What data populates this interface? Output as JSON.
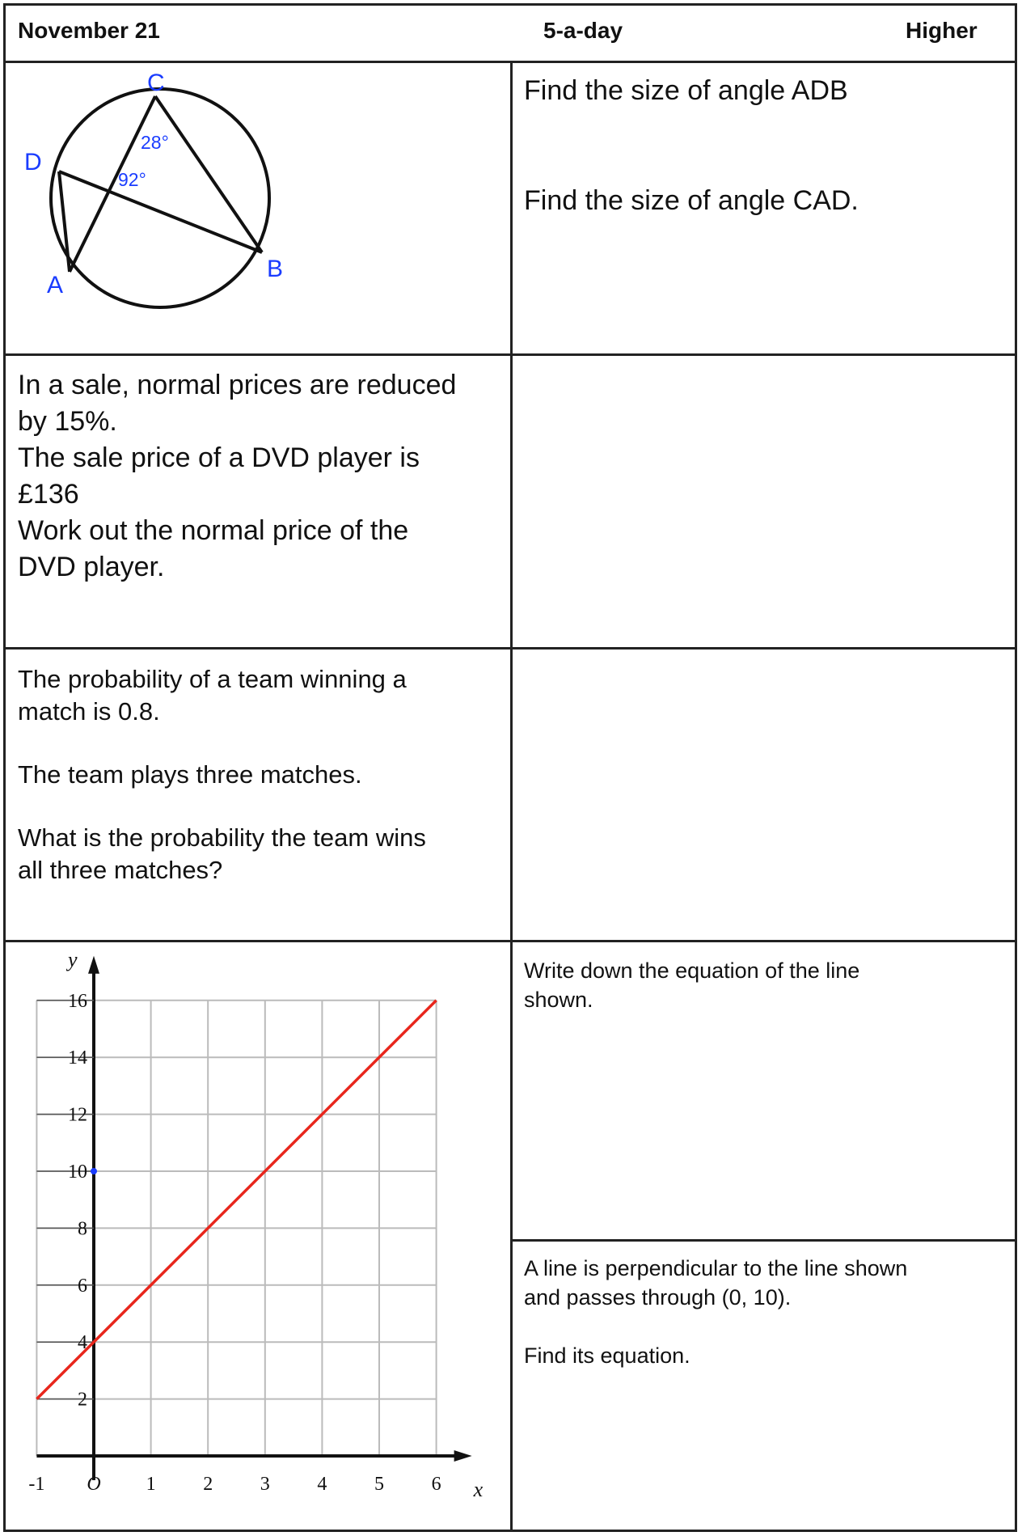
{
  "header": {
    "date": "November 21",
    "title": "5-a-day",
    "level": "Higher"
  },
  "q1": {
    "labels": {
      "C": "C",
      "D": "D",
      "A": "A",
      "B": "B"
    },
    "angle_28": "28°",
    "angle_92": "92°",
    "part_a": "Find the size of angle ADB",
    "part_b": "Find the size of angle CAD."
  },
  "q2": {
    "lines": [
      "In a sale, normal prices are reduced",
      "by 15%.",
      "The sale price of a DVD player is",
      "£136",
      "Work out the normal price of the",
      "DVD player."
    ]
  },
  "q3": {
    "line1": "The probability of a team winning a",
    "line2": "match is 0.8.",
    "line3": "The team plays three matches.",
    "line4": "What is the probability the team wins",
    "line5": "all three matches?"
  },
  "q4": {
    "part_a_line1": "Write down the equation of the line",
    "part_a_line2": "shown.",
    "part_b_line1": "A line is perpendicular to the line shown",
    "part_b_line2": "and passes through (0, 10).",
    "part_b_line3": "Find its equation."
  },
  "colors": {
    "label_blue": "#1a3cff",
    "line_red": "#e8261c",
    "grid_gray": "#bbbbbb"
  },
  "chart_data": {
    "type": "line",
    "xlabel": "x",
    "ylabel": "y",
    "xlim": [
      -1,
      6
    ],
    "ylim": [
      0,
      16
    ],
    "x_ticks": [
      "-1",
      "O",
      "1",
      "2",
      "3",
      "4",
      "5",
      "6"
    ],
    "y_ticks": [
      "2",
      "4",
      "6",
      "8",
      "10",
      "12",
      "14",
      "16"
    ],
    "grid": true,
    "series": [
      {
        "x": [
          -1,
          6
        ],
        "y": [
          2,
          16
        ],
        "color": "#e8261c"
      }
    ],
    "point": {
      "x": 0,
      "y": 10,
      "color": "#1a3cff"
    }
  }
}
